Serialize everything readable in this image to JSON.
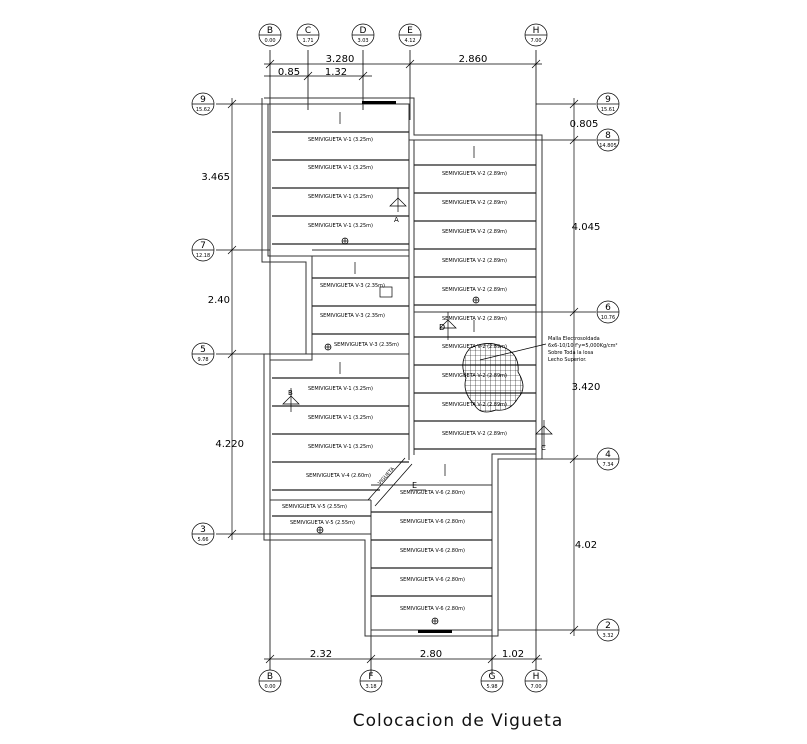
{
  "title": "Colocacion  de  Vigueta",
  "top_axes": [
    {
      "letter": "B",
      "level": "0.00"
    },
    {
      "letter": "C",
      "level": "1.71"
    },
    {
      "letter": "D",
      "level": "3.03"
    },
    {
      "letter": "E",
      "level": "4.12"
    },
    {
      "letter": "H",
      "level": "7.00"
    }
  ],
  "bottom_axes": [
    {
      "letter": "B",
      "level": "0.00"
    },
    {
      "letter": "F",
      "level": "3.18"
    },
    {
      "letter": "G",
      "level": "5.98"
    },
    {
      "letter": "H",
      "level": "7.00"
    }
  ],
  "left_axes": [
    {
      "num": "9",
      "level": "15.62"
    },
    {
      "num": "7",
      "level": "12.18"
    },
    {
      "num": "5",
      "level": "9.78"
    },
    {
      "num": "3",
      "level": "5.66"
    }
  ],
  "right_axes": [
    {
      "num": "9",
      "level": "15.61"
    },
    {
      "num": "8",
      "level": "14.805"
    },
    {
      "num": "6",
      "level": "10.76"
    },
    {
      "num": "4",
      "level": "7.34"
    },
    {
      "num": "2",
      "level": "3.32"
    }
  ],
  "top_dims": {
    "d1": "3.280",
    "d2": "2.860",
    "d3": "0.85",
    "d4": "1.32"
  },
  "bottom_dims": {
    "d1": "2.32",
    "d2": "2.80",
    "d3": "1.02"
  },
  "left_dims": {
    "d1": "3.465",
    "d2": "2.40",
    "d3": "4.220"
  },
  "right_dims": {
    "d1": "0.805",
    "d2": "4.045",
    "d3": "3.420",
    "d4": "4.02"
  },
  "beams_zone1": [
    "SEMIVIGUETA V-1 (3.25m)",
    "SEMIVIGUETA V-1 (3.25m)",
    "SEMIVIGUETA V-1 (3.25m)",
    "SEMIVIGUETA V-1 (3.25m)"
  ],
  "beams_zone2": [
    "SEMIVIGUETA V-2 (2.89m)",
    "SEMIVIGUETA V-2 (2.89m)",
    "SEMIVIGUETA V-2 (2.89m)",
    "SEMIVIGUETA V-2 (2.89m)",
    "SEMIVIGUETA V-2 (2.89m)",
    "SEMIVIGUETA V-2 (2.89m)",
    "SEMIVIGUETA V-2 (2.89m)",
    "SEMIVIGUETA V-2 (2.89m)",
    "SEMIVIGUETA V-2 (2.89m)",
    "SEMIVIGUETA V-2 (2.89m)"
  ],
  "beams_zone3": [
    "SEMIVIGUETA V-3 (2.35m)",
    "SEMIVIGUETA V-3 (2.35m)",
    "SEMIVIGUETA V-3 (2.35m)"
  ],
  "beams_zone4": [
    "SEMIVIGUETA V-1 (3.25m)",
    "SEMIVIGUETA V-1 (3.25m)",
    "SEMIVIGUETA V-1 (3.25m)"
  ],
  "beam_v4": "SEMIVIGUETA V-4 (2.60m)",
  "beams_v5": [
    "SEMIVIGUETA V-5 (2.55m)",
    "SEMIVIGUETA V-5 (2.55m)"
  ],
  "beams_v6": [
    "SEMIVIGUETA V-6 (2.80m)",
    "SEMIVIGUETA V-6 (2.80m)",
    "SEMIVIGUETA V-6 (2.80m)",
    "SEMIVIGUETA V-6 (2.80m)",
    "SEMIVIGUETA V-6 (2.80m)"
  ],
  "diag_label": "VIGUETA",
  "note_lines": [
    "Malla Electrosoldada",
    "6x6-10/10 f'y=5,000Kg/cm²",
    "Sobre Toda la losa",
    "Lecho Superior."
  ],
  "section_marks": {
    "A": "A",
    "B": "B",
    "C": "C",
    "D": "D",
    "E": "E"
  }
}
